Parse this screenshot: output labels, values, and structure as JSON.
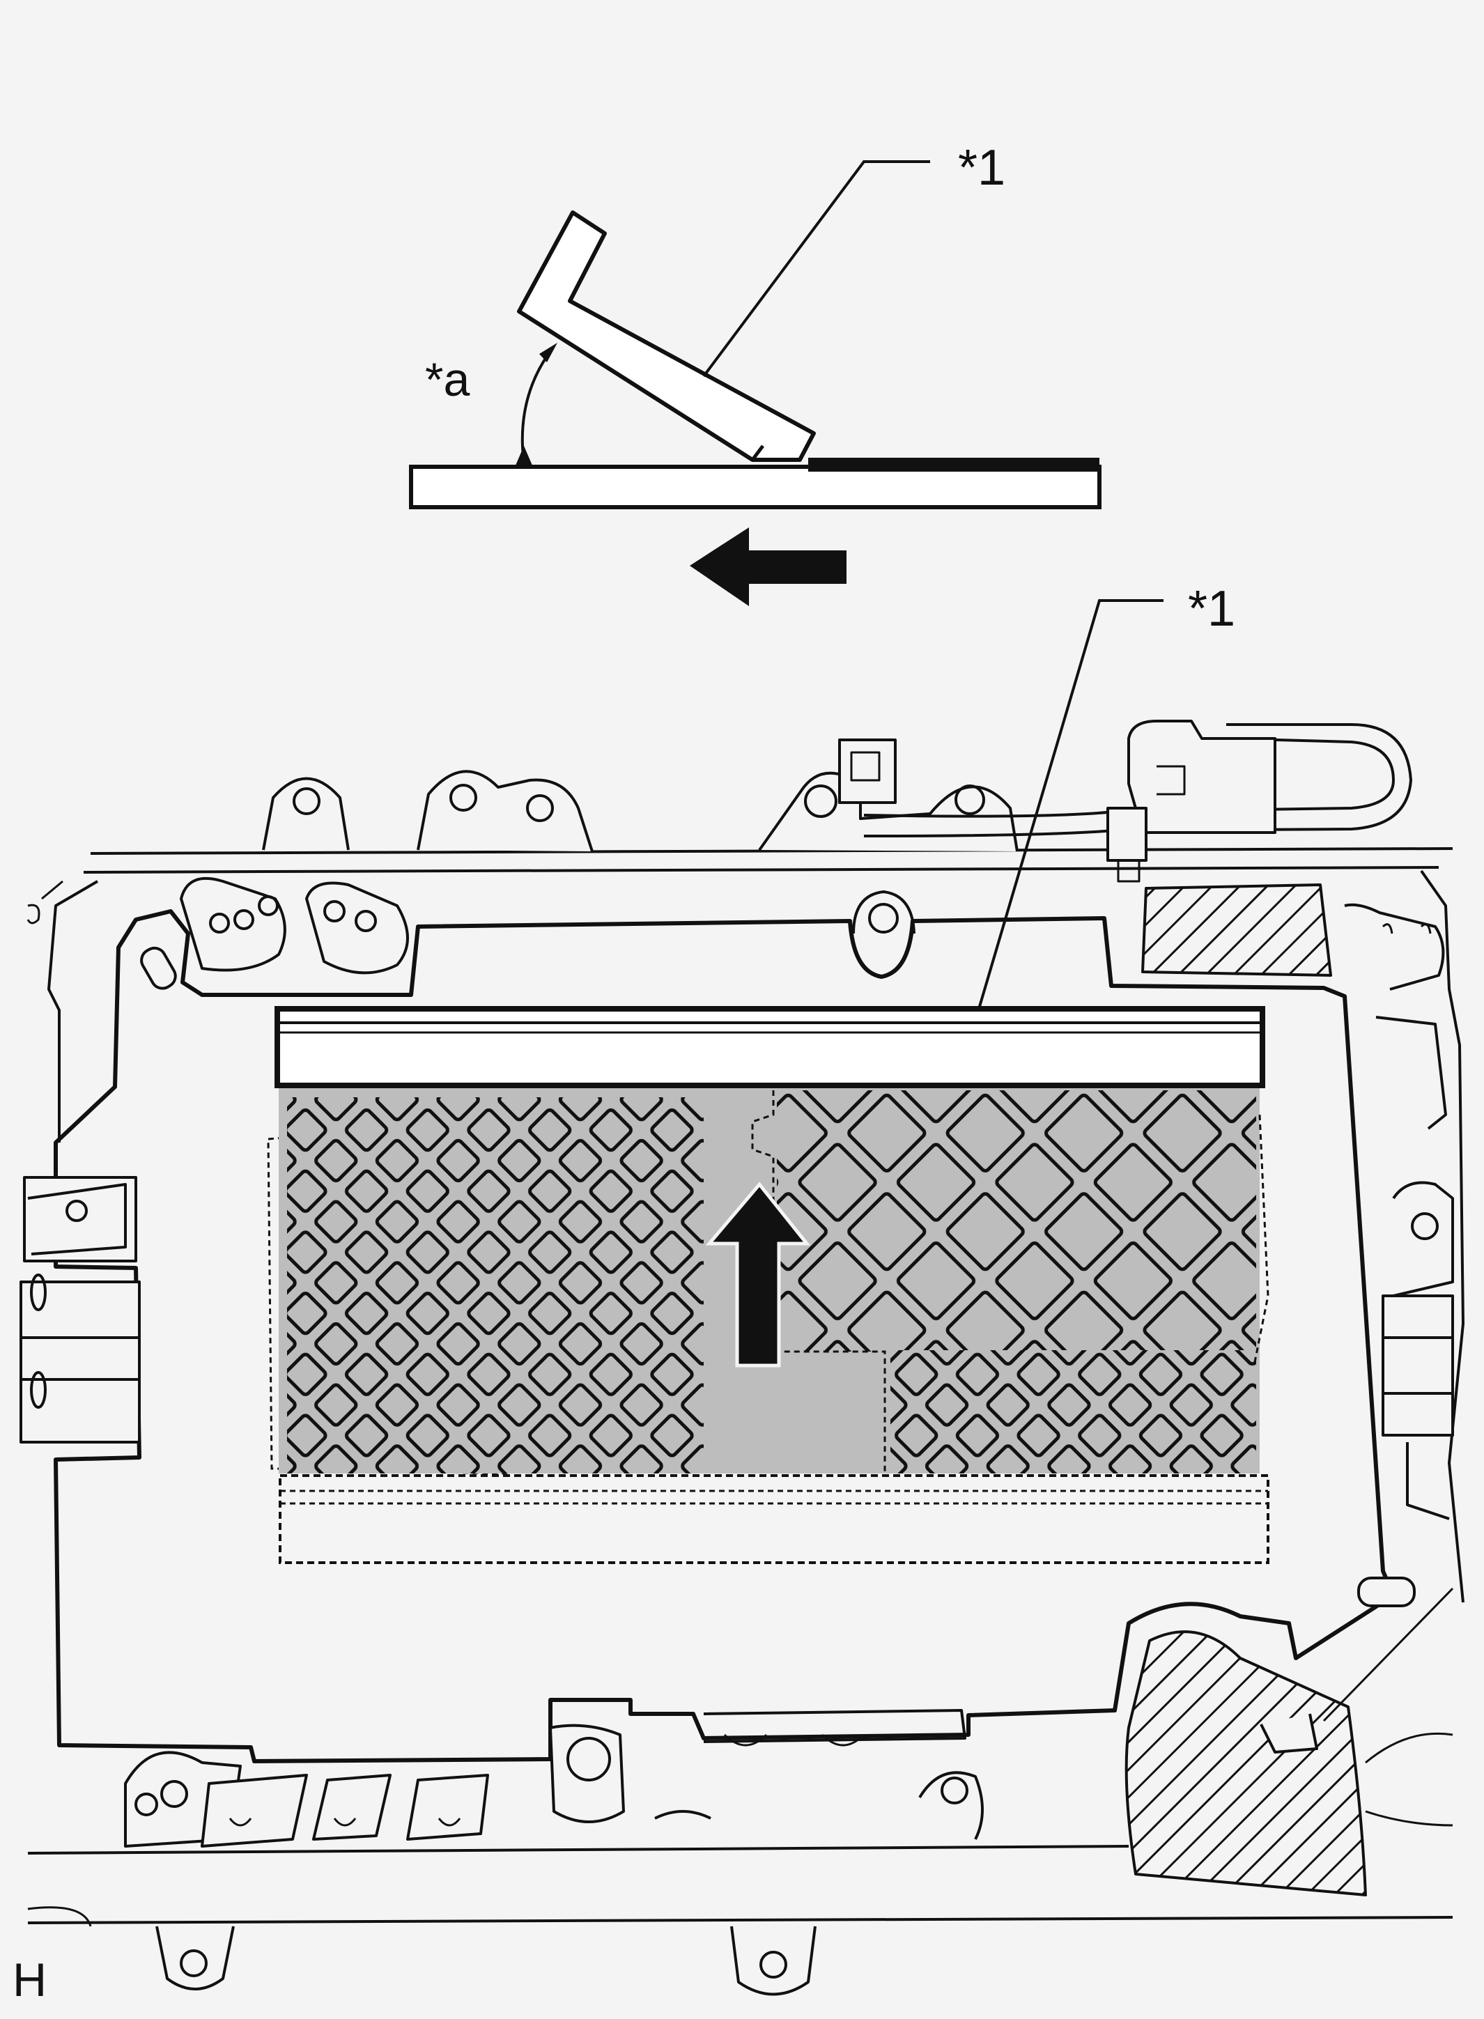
{
  "labels": {
    "part_top": "*1",
    "angle": "*a",
    "part_main": "*1",
    "corner": "H"
  },
  "colors": {
    "ink": "#111111",
    "paper": "#f4f4f4",
    "filter_fill": "#bdbdbd",
    "white": "#ffffff"
  },
  "icons": {
    "slide_direction": "arrow-left-icon",
    "insert_direction": "arrow-up-icon"
  }
}
